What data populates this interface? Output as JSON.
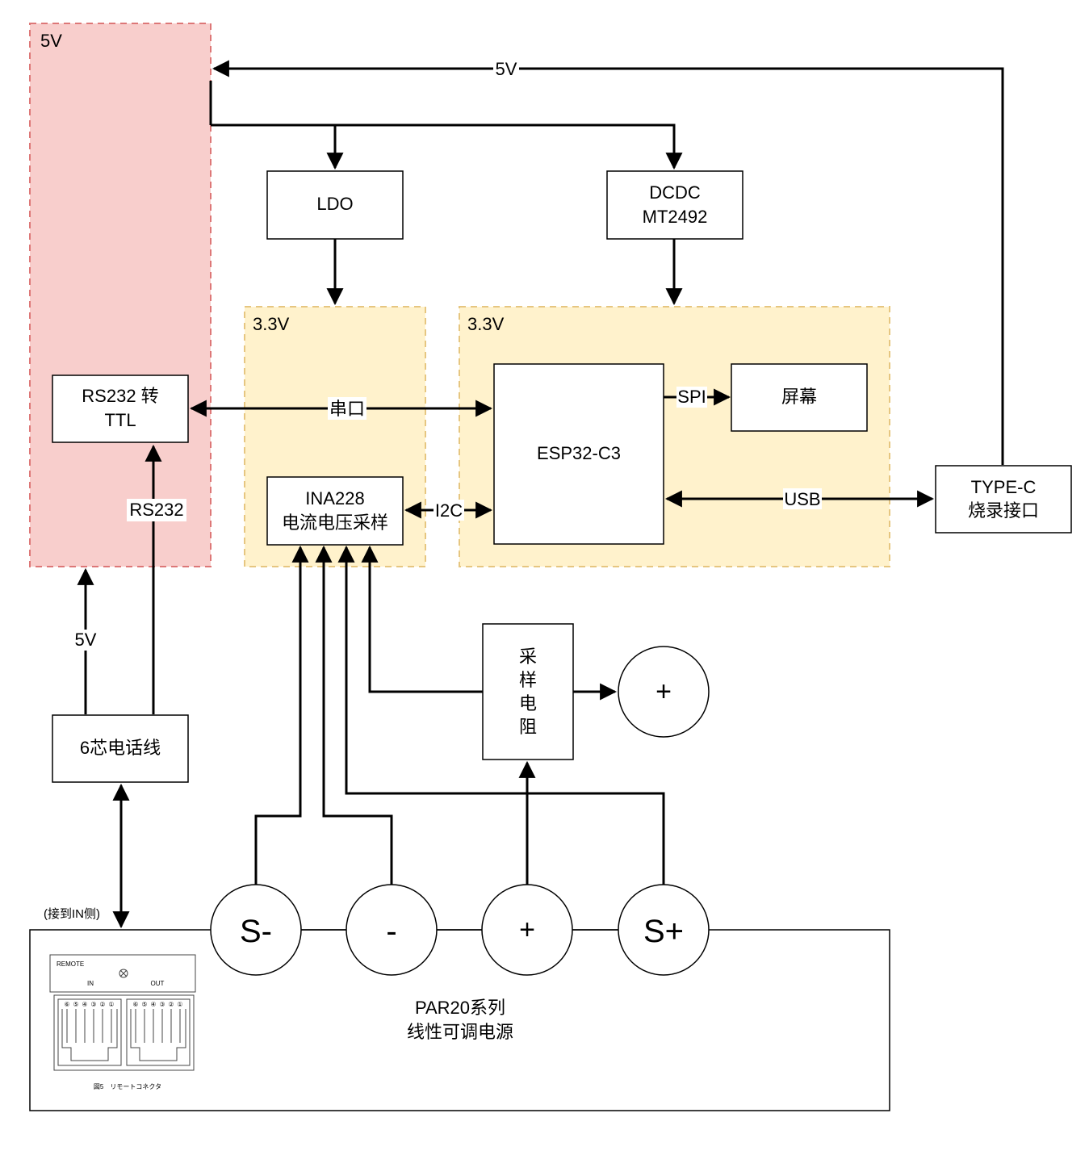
{
  "zones": {
    "red_5v": "5V",
    "yellow_left": "3.3V",
    "yellow_right": "3.3V"
  },
  "blocks": {
    "ldo": "LDO",
    "dcdc": [
      "DCDC",
      "MT2492"
    ],
    "rs232_ttl": [
      "RS232 转",
      "TTL"
    ],
    "ina228": [
      "INA228",
      "电流电压采样"
    ],
    "esp32": "ESP32-C3",
    "screen": "屏幕",
    "typec": [
      "TYPE-C",
      "烧录接口"
    ],
    "phone_cable": "6芯电话线",
    "shunt": [
      "采",
      "样",
      "电",
      "阻"
    ],
    "psu": [
      "PAR20系列",
      "线性可调电源"
    ]
  },
  "wire_labels": {
    "top_5v": "5V",
    "serial": "串口",
    "spi": "SPI",
    "usb": "USB",
    "i2c": "I2C",
    "rs232": "RS232",
    "left_5v": "5V",
    "in_side": "(接到IN侧)"
  },
  "terminals": {
    "s_minus": "S-",
    "minus": "-",
    "plus": "+",
    "s_plus": "S+",
    "output_plus": "+"
  },
  "connector_image": {
    "header": "REMOTE",
    "in": "IN",
    "out": "OUT",
    "pins": [
      "⑥",
      "⑤",
      "④",
      "③",
      "②",
      "①"
    ],
    "caption": "図5　リモートコネクタ"
  },
  "colors": {
    "red_zone_fill": "#f8cecc",
    "red_zone_stroke": "#dd7777",
    "yellow_zone_fill": "#fff2cc",
    "yellow_zone_stroke": "#e6c680"
  }
}
